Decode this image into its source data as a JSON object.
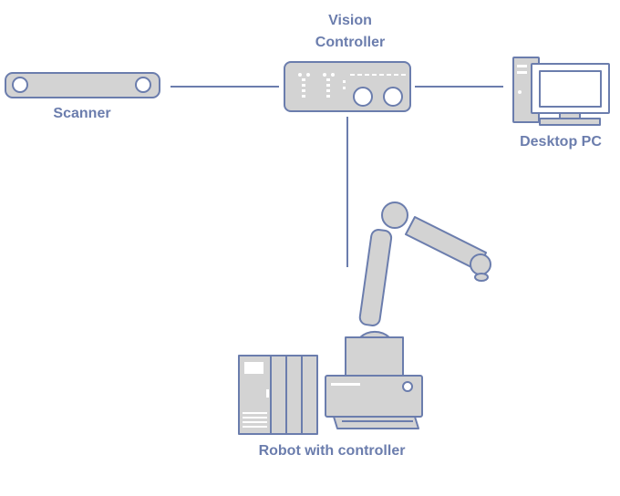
{
  "labels": {
    "vision_controller_line1": "Vision",
    "vision_controller_line2": "Controller",
    "scanner": "Scanner",
    "desktop_pc": "Desktop PC",
    "robot": "Robot with controller"
  },
  "colors": {
    "fill": "#d3d3d3",
    "stroke": "#6b7dad",
    "label": "#6b7dad",
    "white": "#ffffff"
  }
}
